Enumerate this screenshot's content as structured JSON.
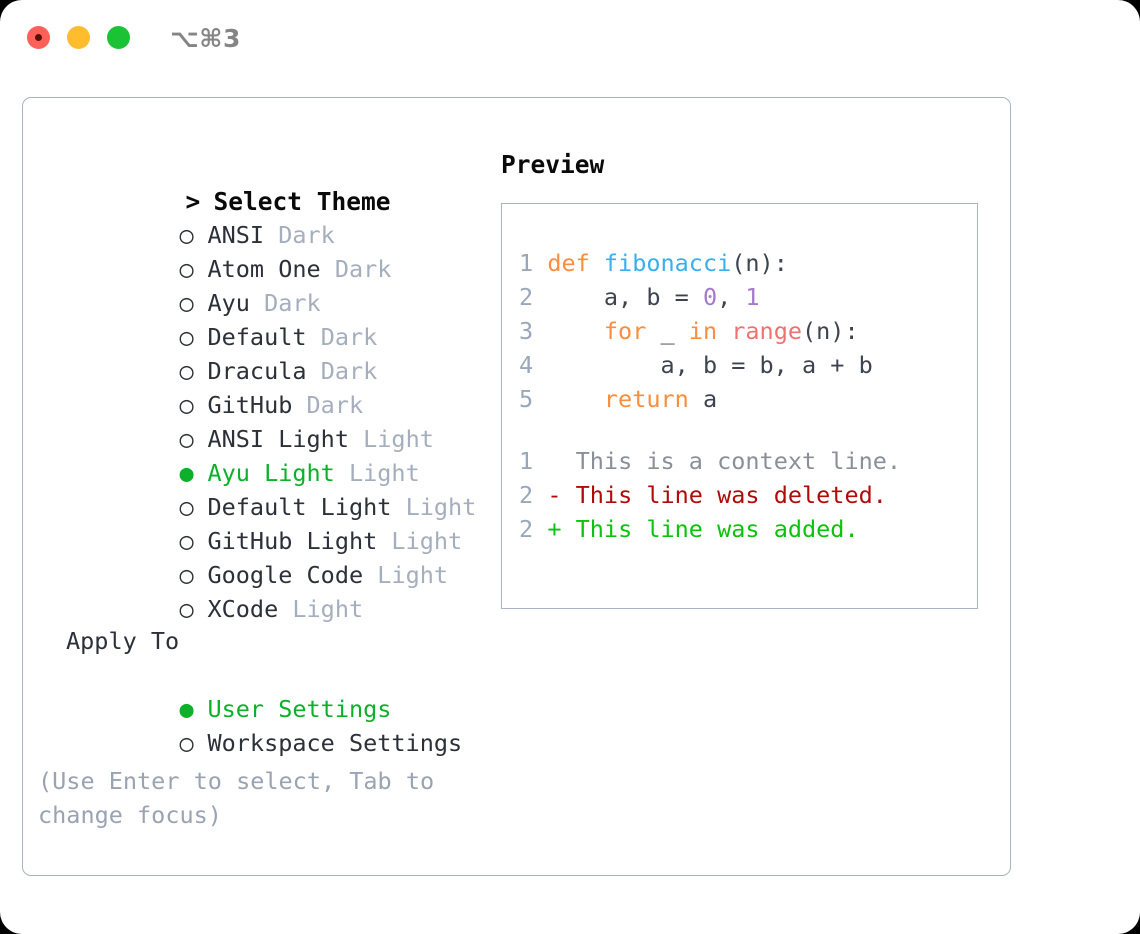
{
  "window": {
    "title_shortcut": "⌥⌘3",
    "traffic_lights": [
      {
        "name": "close",
        "color": "#ff6159"
      },
      {
        "name": "minimize",
        "color": "#ffbd2e"
      },
      {
        "name": "maximize",
        "color": "#1ac234"
      }
    ]
  },
  "theme_picker": {
    "heading_marker": ">",
    "heading": "Select Theme",
    "items": [
      {
        "marker": "○",
        "label": "ANSI",
        "tag": "Dark",
        "selected": false
      },
      {
        "marker": "○",
        "label": "Atom One",
        "tag": "Dark",
        "selected": false
      },
      {
        "marker": "○",
        "label": "Ayu",
        "tag": "Dark",
        "selected": false
      },
      {
        "marker": "○",
        "label": "Default",
        "tag": "Dark",
        "selected": false
      },
      {
        "marker": "○",
        "label": "Dracula",
        "tag": "Dark",
        "selected": false
      },
      {
        "marker": "○",
        "label": "GitHub",
        "tag": "Dark",
        "selected": false
      },
      {
        "marker": "○",
        "label": "ANSI Light",
        "tag": "Light",
        "selected": false
      },
      {
        "marker": "●",
        "label": "Ayu Light",
        "tag": "Light",
        "selected": true
      },
      {
        "marker": "○",
        "label": "Default Light",
        "tag": "Light",
        "selected": false
      },
      {
        "marker": "○",
        "label": "GitHub Light",
        "tag": "Light",
        "selected": false
      },
      {
        "marker": "○",
        "label": "Google Code",
        "tag": "Light",
        "selected": false
      },
      {
        "marker": "○",
        "label": "XCode",
        "tag": "Light",
        "selected": false
      }
    ]
  },
  "apply_to": {
    "heading": "Apply To",
    "items": [
      {
        "marker": "●",
        "label": "User Settings",
        "selected": true
      },
      {
        "marker": "○",
        "label": "Workspace Settings",
        "selected": false
      }
    ]
  },
  "hint": "(Use Enter to select, Tab to change focus)",
  "preview": {
    "title": "Preview",
    "code_lines": [
      {
        "number": "1",
        "tokens": [
          {
            "text": "def ",
            "type": "kw"
          },
          {
            "text": "fibonacci",
            "type": "fn"
          },
          {
            "text": "(n):",
            "type": "plain"
          }
        ]
      },
      {
        "number": "2",
        "tokens": [
          {
            "text": "    a, b = ",
            "type": "plain"
          },
          {
            "text": "0",
            "type": "num"
          },
          {
            "text": ", ",
            "type": "plain"
          },
          {
            "text": "1",
            "type": "num"
          }
        ]
      },
      {
        "number": "3",
        "tokens": [
          {
            "text": "    ",
            "type": "plain"
          },
          {
            "text": "for",
            "type": "kw"
          },
          {
            "text": " _ ",
            "type": "plain"
          },
          {
            "text": "in",
            "type": "kw"
          },
          {
            "text": " ",
            "type": "plain"
          },
          {
            "text": "range",
            "type": "bi"
          },
          {
            "text": "(n):",
            "type": "plain"
          }
        ]
      },
      {
        "number": "4",
        "tokens": [
          {
            "text": "        a, b = b, a + b",
            "type": "plain"
          }
        ]
      },
      {
        "number": "5",
        "tokens": [
          {
            "text": "    ",
            "type": "plain"
          },
          {
            "text": "return",
            "type": "kw"
          },
          {
            "text": " a",
            "type": "plain"
          }
        ]
      }
    ],
    "diff_lines": [
      {
        "number": "1",
        "marker": " ",
        "text": "This is a context line.",
        "kind": "context"
      },
      {
        "number": "2",
        "marker": "-",
        "text": "This line was deleted.",
        "kind": "deleted"
      },
      {
        "number": "2",
        "marker": "+",
        "text": "This line was added.",
        "kind": "added"
      }
    ]
  },
  "colors": {
    "accent_green": "#0cb02a",
    "keyword_orange": "#fa8d3e",
    "function_blue": "#39aff0",
    "number_purple": "#a37acc",
    "builtin_red": "#f07171",
    "diff_delete": "#b00a0a",
    "diff_add": "#0cc30c",
    "muted_gray": "#a5aebd",
    "border": "#a9b3c1"
  }
}
